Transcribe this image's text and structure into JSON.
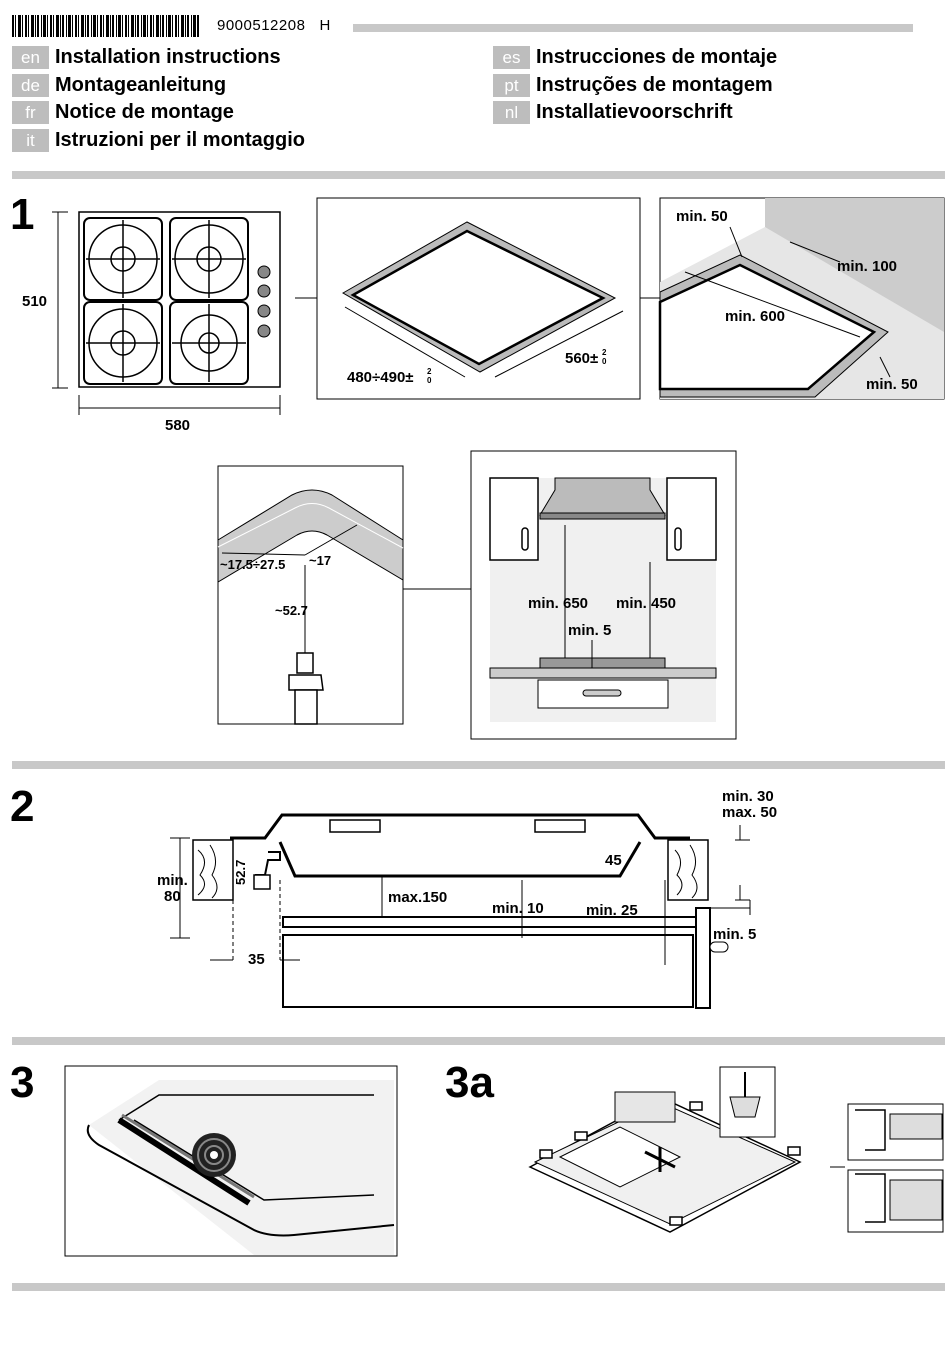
{
  "header": {
    "document_number": "9000512208",
    "revision": "H"
  },
  "languages": {
    "left": [
      {
        "code": "en",
        "title": "Installation instructions"
      },
      {
        "code": "de",
        "title": "Montageanleitung"
      },
      {
        "code": "fr",
        "title": "Notice de montage"
      },
      {
        "code": "it",
        "title": "Istruzioni per il montaggio"
      }
    ],
    "right": [
      {
        "code": "es",
        "title": "Instrucciones de montaje"
      },
      {
        "code": "pt",
        "title": "Instruções de montagem"
      },
      {
        "code": "nl",
        "title": "Installatievoorschrift"
      }
    ]
  },
  "steps": {
    "s1": "1",
    "s2": "2",
    "s3": "3",
    "s3a": "3a"
  },
  "fig1": {
    "hob_height": "510",
    "hob_width": "580",
    "cutout_depth": "480÷490±",
    "cutout_depth_tol_top": "2",
    "cutout_depth_tol_bottom": "0",
    "cutout_width": "560±",
    "cutout_width_tol_top": "2",
    "cutout_width_tol_bottom": "0",
    "clear_back": "min. 50",
    "clear_side": "min. 100",
    "clear_depth": "min. 600",
    "clear_front": "min. 50",
    "nozzle_left": "~17.5÷27.5",
    "nozzle_right": "~17",
    "nozzle_height": "~52.7",
    "hood_gas": "min. 650",
    "hood_other": "min. 450",
    "cabinet_gap": "min. 5"
  },
  "fig2": {
    "worktop_range": "min. 30",
    "worktop_range2": "max. 50",
    "pipe_height": "52.7",
    "inner_45": "45",
    "min80_a": "min.",
    "min80_b": "80",
    "max150": "max.150",
    "min10": "min. 10",
    "min25": "min. 25",
    "min5": "min. 5",
    "dist35": "35"
  }
}
